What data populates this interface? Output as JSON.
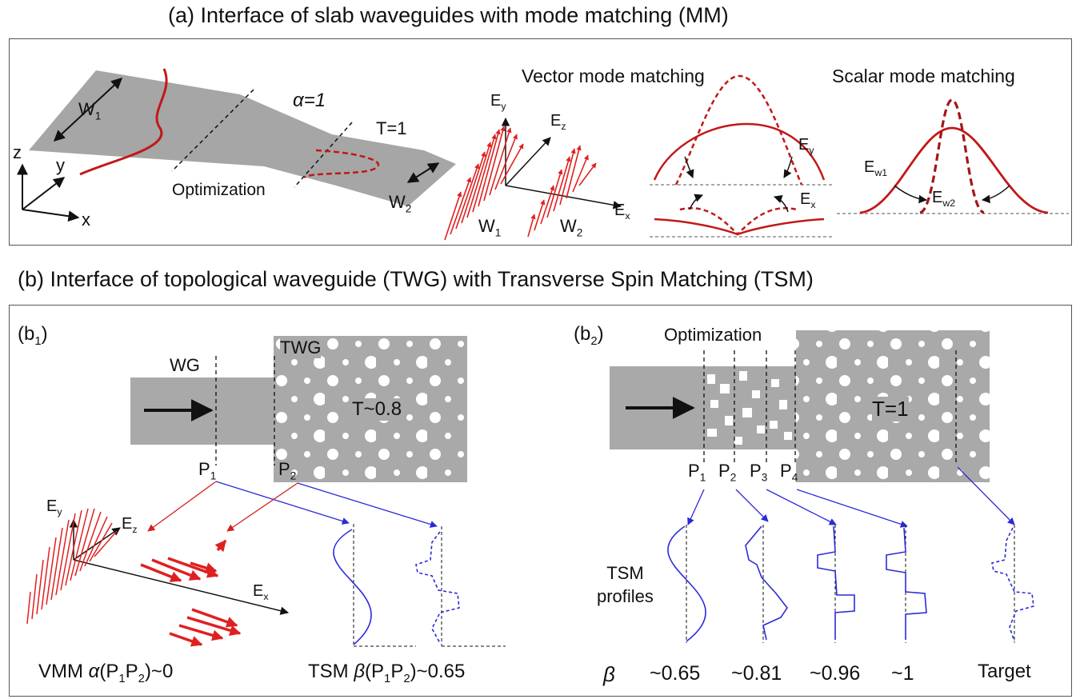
{
  "a": {
    "title": "(a) Interface of slab waveguides with mode matching (MM)",
    "alpha": "α=1",
    "T": "T=1",
    "w1": "W",
    "w2": "W",
    "optimization": "Optimization",
    "axis_z": "z",
    "axis_y": "y",
    "axis_x": "x",
    "vmm_title": "Vector mode matching",
    "smm_title": "Scalar mode matching",
    "ey": "E",
    "ez": "E",
    "ex": "E",
    "ew1": "E",
    "ew2": "E"
  },
  "b": {
    "title": "(b) Interface of topological waveguide (TWG) with Transverse Spin Matching (TSM)",
    "b1_label": "(b",
    "b2_label": "(b",
    "wg": "WG",
    "twg": "TWG",
    "t08": "T~0.8",
    "t1": "T=1",
    "optimization": "Optimization",
    "tsm_profiles_1": "TSM",
    "tsm_profiles_2": "profiles",
    "vmm": "VMM α(P",
    "tsm": "TSM β(P",
    "beta": "β",
    "beta_values": [
      "~0.65",
      "~0.81",
      "~0.96",
      "~1",
      "Target"
    ]
  },
  "colors": {
    "red": "#d42020",
    "dark_red": "#b01818",
    "blue": "#2a2ad8",
    "gray": "#a9a9a9",
    "hole": "#ffffff"
  }
}
